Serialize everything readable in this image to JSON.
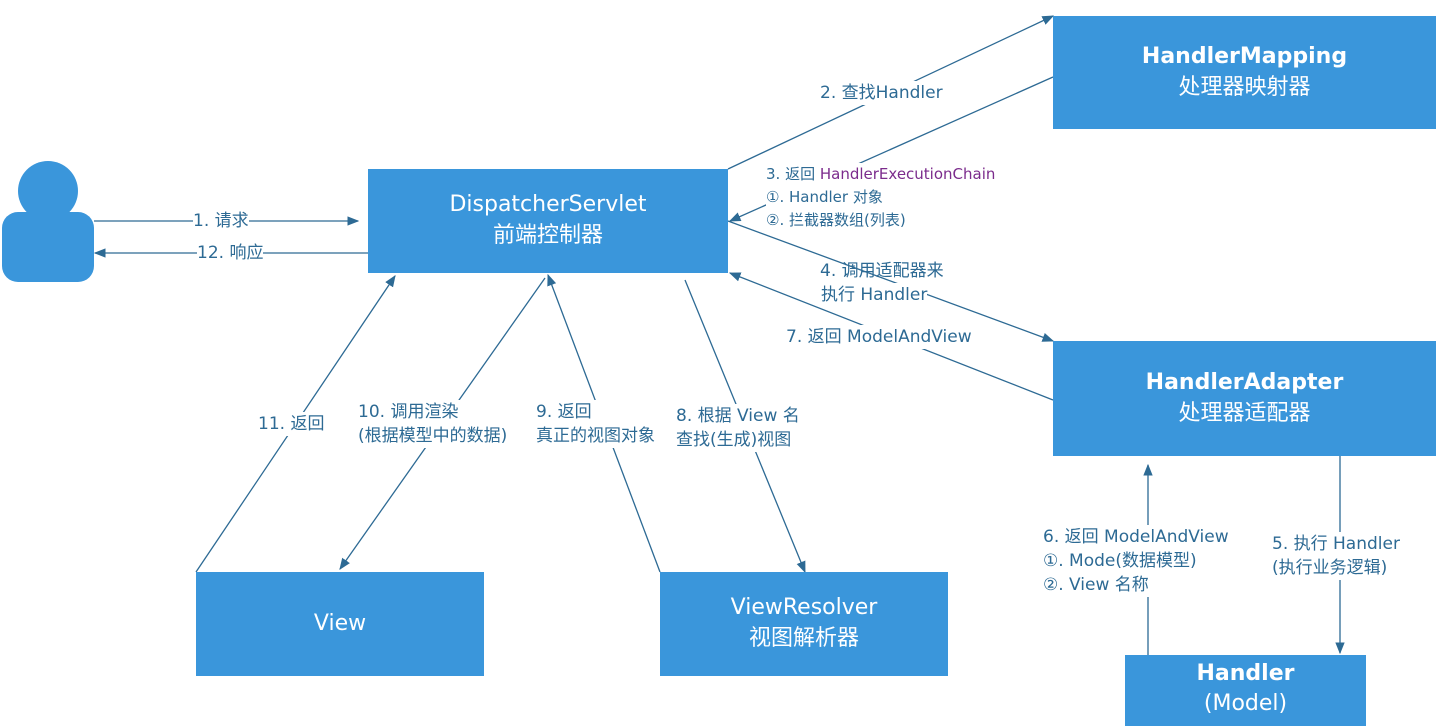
{
  "boxes": {
    "dispatcher": {
      "title": "DispatcherServlet",
      "subtitle": "前端控制器"
    },
    "handler_mapping": {
      "title": "HandlerMapping",
      "subtitle": "处理器映射器"
    },
    "handler_adapter": {
      "title": "HandlerAdapter",
      "subtitle": "处理器适配器"
    },
    "view": {
      "title": "View"
    },
    "view_resolver": {
      "title": "ViewResolver",
      "subtitle": "视图解析器"
    },
    "handler": {
      "title": "Handler",
      "subtitle": "(Model)"
    }
  },
  "labels": {
    "s1": "1. 请求",
    "s12": "12. 响应",
    "s2": "2. 查找Handler",
    "s3_prefix": "3. 返回 ",
    "s3_chain": "HandlerExecutionChain",
    "s3_a": "①. Handler 对象",
    "s3_b": "②. 拦截器数组(列表)",
    "s4_a": "4. 调用适配器来",
    "s4_b": "执行 Handler",
    "s7": "7. 返回 ModelAndView",
    "s11": "11. 返回",
    "s10_a": "10. 调用渲染",
    "s10_b": "(根据模型中的数据)",
    "s9_a": "9. 返回",
    "s9_b": "真正的视图对象",
    "s8_a": "8. 根据 View 名",
    "s8_b": "查找(生成)视图",
    "s6_a": "6. 返回 ModelAndView",
    "s6_b": "①. Mode(数据模型)",
    "s6_c": "②. View 名称",
    "s5_a": "5. 执行 Handler",
    "s5_b": "(执行业务逻辑)"
  },
  "icons": {
    "user": "user-icon"
  },
  "colors": {
    "box": "#3a96db",
    "line": "#2d6a94",
    "text": "#2d6a94",
    "highlight": "#7b2b8c",
    "user": "#3a96db"
  }
}
